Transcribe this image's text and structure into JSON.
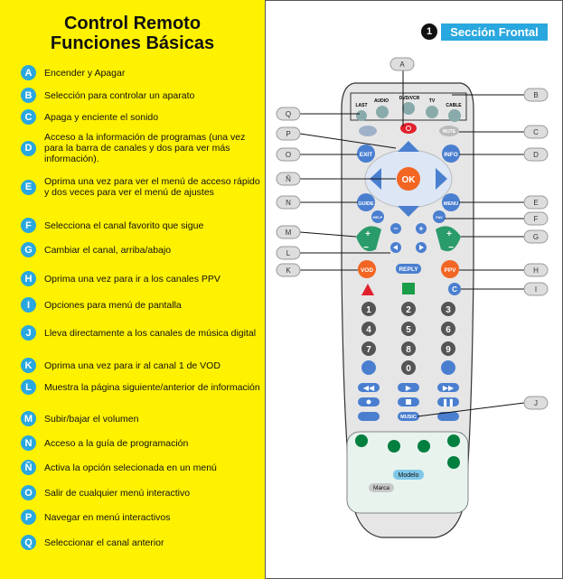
{
  "title": {
    "line1": "Control Remoto",
    "line2": "Funciones Básicas"
  },
  "legend": [
    {
      "letter": "A",
      "text": "Encender y Apagar"
    },
    {
      "letter": "B",
      "text": "Selección para controlar un aparato"
    },
    {
      "letter": "C",
      "text": "Apaga y enciente el sonido"
    },
    {
      "letter": "D",
      "text": "Acceso a la información de programas (una vez para la barra de canales y dos para ver más información)."
    },
    {
      "letter": "E",
      "text": "Oprima una vez para ver el menú de acceso rápido y dos veces para ver el menú de ajustes"
    },
    {
      "letter": "F",
      "text": "Selecciona el canal favorito que sigue"
    },
    {
      "letter": "G",
      "text": "Cambiar el canal, arriba/abajo"
    },
    {
      "letter": "H",
      "text": "Oprima una vez para ir a los canales PPV"
    },
    {
      "letter": "I",
      "text": "Opciones para menú de pantalla"
    },
    {
      "letter": "J",
      "text": "Lleva directamente a los canales de música digital"
    },
    {
      "letter": "K",
      "text": "Oprima una vez para ir al canal 1 de VOD"
    },
    {
      "letter": "L",
      "text": "Muestra la página siguiente/anterior de información"
    },
    {
      "letter": "M",
      "text": "Subir/bajar el volumen"
    },
    {
      "letter": "N",
      "text": "Acceso a la guía de programación"
    },
    {
      "letter": "Ñ",
      "text": "Activa la opción selecionada en un menú"
    },
    {
      "letter": "O",
      "text": "Salir de cualquier menú interactivo"
    },
    {
      "letter": "P",
      "text": "Navegar en menú interactivos"
    },
    {
      "letter": "Q",
      "text": "Seleccionar el canal anterior"
    }
  ],
  "section": {
    "number": "1",
    "label": "Sección Frontal"
  },
  "remote": {
    "device_labels": [
      "AUDIO",
      "DVD/VCR",
      "TV",
      "CABLE"
    ],
    "last": "LAST",
    "mute": "MUTE",
    "exit": "EXIT",
    "info": "INFO",
    "ok": "OK",
    "guide": "GUIDE",
    "menu": "MENU",
    "help": "HELP",
    "fav": "FAV",
    "vod": "VOD",
    "reply": "REPLY",
    "ppv": "PPV",
    "c": "C",
    "digits": [
      "1",
      "2",
      "3",
      "4",
      "5",
      "6",
      "7",
      "8",
      "9",
      "0"
    ],
    "music": "MUSIC",
    "modelo": "Modelo",
    "marca": "Marca"
  },
  "callouts": {
    "top": [
      "A"
    ],
    "left": [
      "Q",
      "P",
      "O",
      "Ñ",
      "N",
      "M",
      "L",
      "K"
    ],
    "right": [
      "B",
      "C",
      "D",
      "E",
      "F",
      "G",
      "H",
      "I",
      "J"
    ]
  },
  "colors": {
    "yellow": "#fff200",
    "blue": "#29a7df",
    "remote_body": "#e6e6e6",
    "button_blue": "#4a7fd0",
    "orange": "#f26522",
    "green": "#007f3f",
    "red": "#e0202b",
    "dark_button": "#555555"
  }
}
